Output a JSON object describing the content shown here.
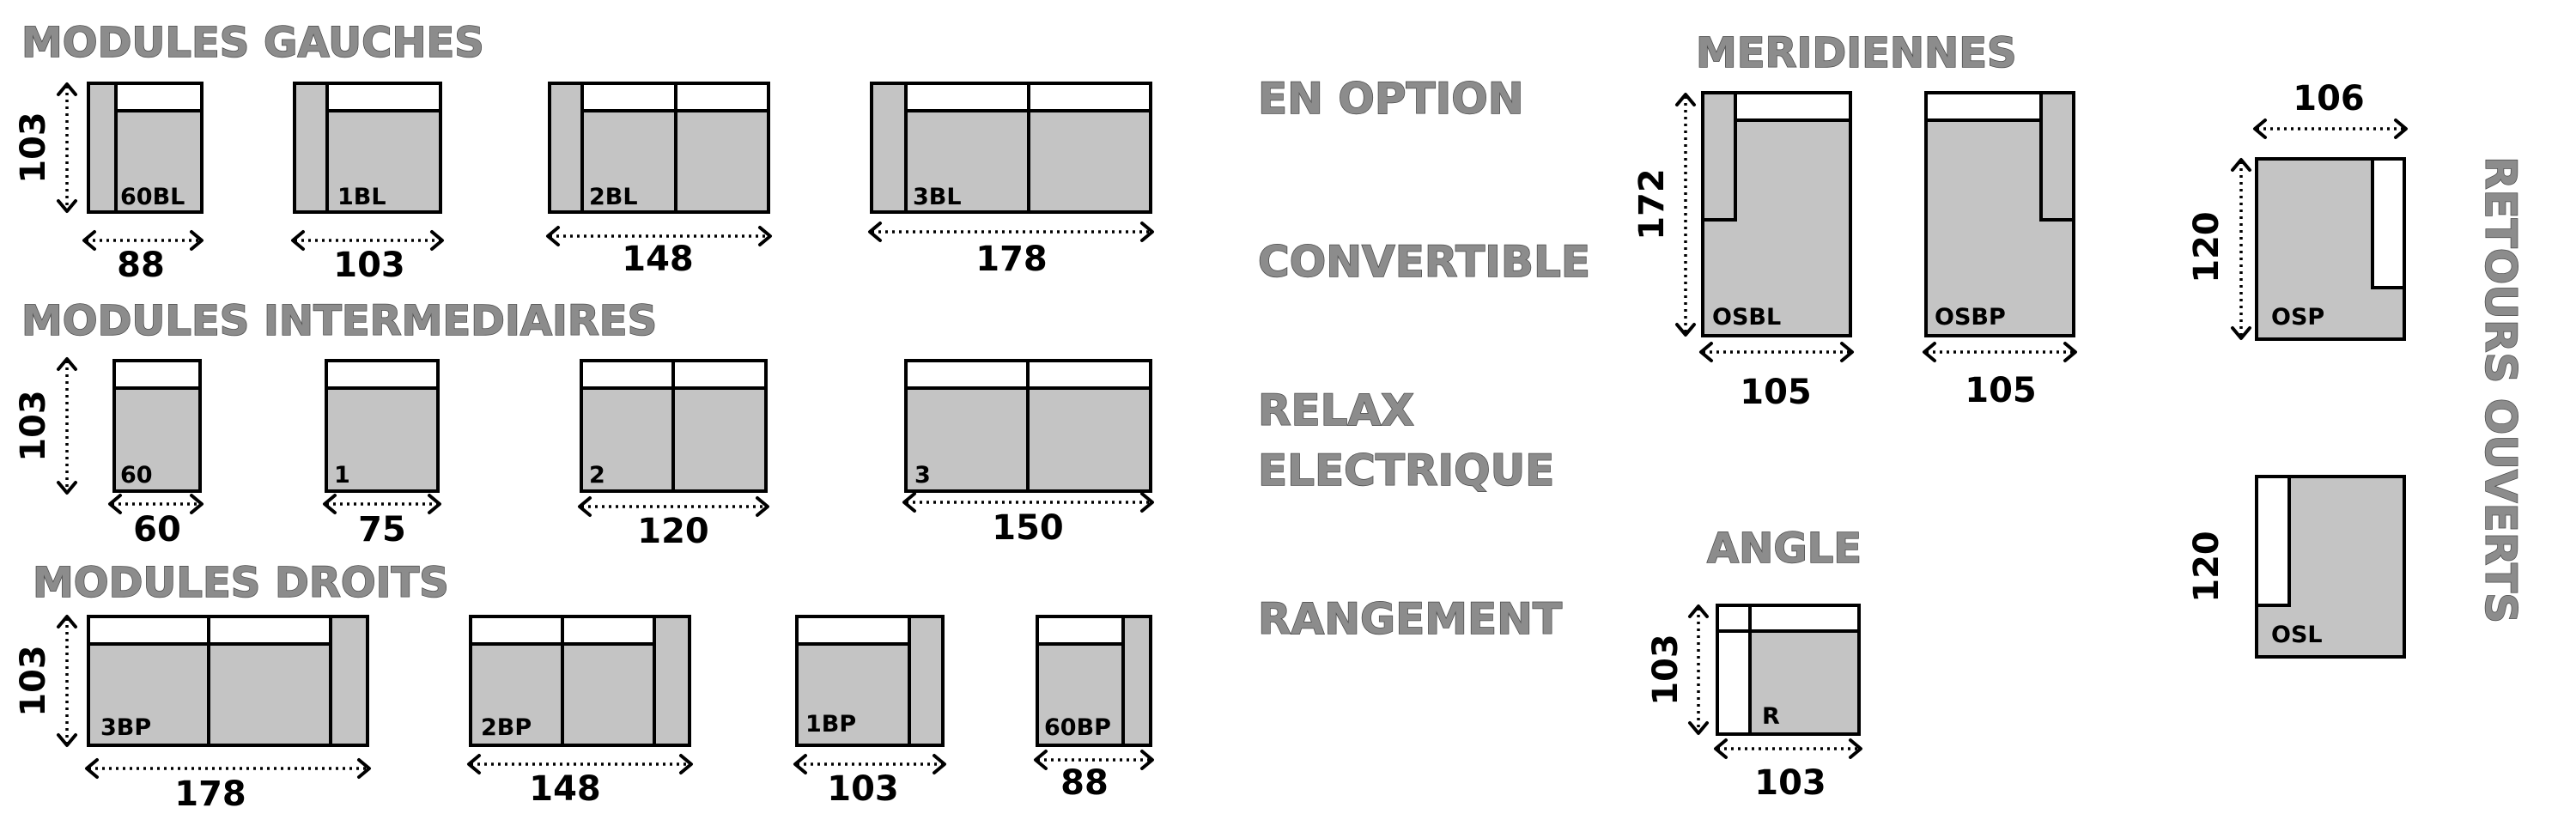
{
  "sections": {
    "gauches": "MODULES GAUCHES",
    "intermediaires": "MODULES INTERMEDIAIRES",
    "droits": "MODULES DROITS",
    "meridiennes": "MERIDIENNES",
    "angle": "ANGLE",
    "retours": "RETOURS OUVERTS"
  },
  "options": [
    "EN OPTION",
    "CONVERTIBLE",
    "RELAX",
    "ELECTRIQUE",
    "RANGEMENT"
  ],
  "modules": {
    "gauches": [
      {
        "code": "60BL",
        "width": "88",
        "depth": "103"
      },
      {
        "code": "1BL",
        "width": "103"
      },
      {
        "code": "2BL",
        "width": "148"
      },
      {
        "code": "3BL",
        "width": "178"
      }
    ],
    "intermediaires": [
      {
        "code": "60",
        "width": "60",
        "depth": "103"
      },
      {
        "code": "1",
        "width": "75"
      },
      {
        "code": "2",
        "width": "120"
      },
      {
        "code": "3",
        "width": "150"
      }
    ],
    "droits": [
      {
        "code": "3BP",
        "width": "178",
        "depth": "103"
      },
      {
        "code": "2BP",
        "width": "148"
      },
      {
        "code": "1BP",
        "width": "103"
      },
      {
        "code": "60BP",
        "width": "88"
      }
    ],
    "meridiennes": [
      {
        "code": "OSBL",
        "width": "105",
        "depth": "172"
      },
      {
        "code": "OSBP",
        "width": "105"
      }
    ],
    "angle": {
      "code": "R",
      "width": "103",
      "depth": "103"
    },
    "retours": [
      {
        "code": "OSP",
        "width": "106",
        "depth": "120"
      },
      {
        "code": "OSL",
        "depth": "120"
      }
    ]
  }
}
